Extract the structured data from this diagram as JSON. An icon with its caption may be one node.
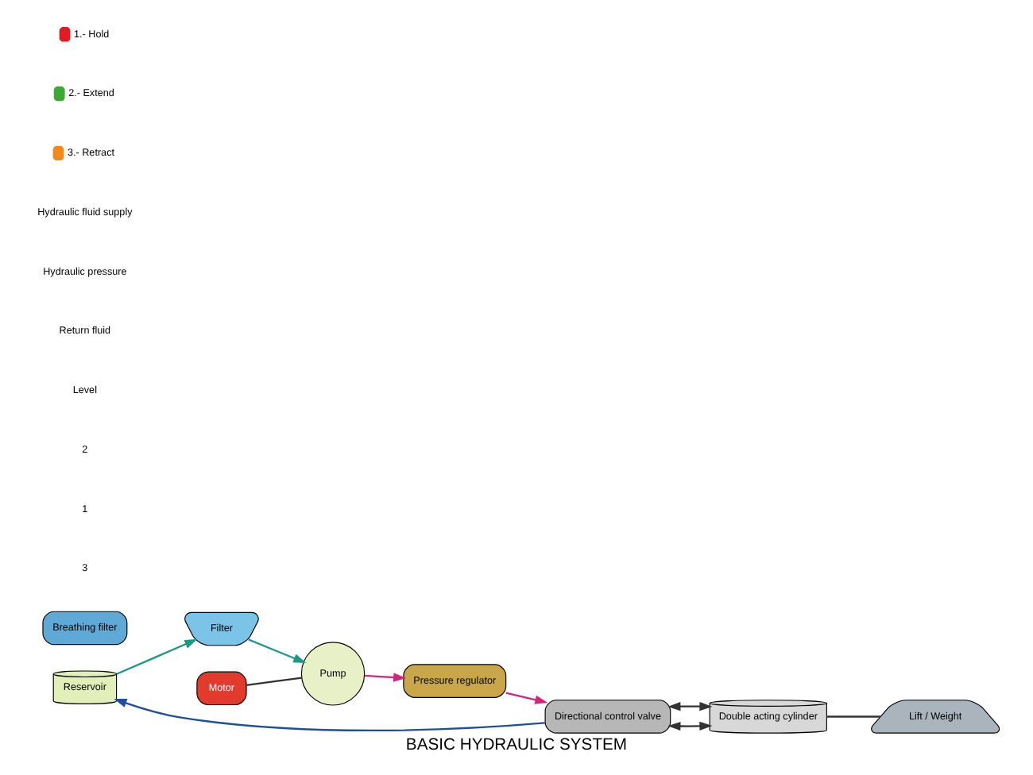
{
  "diagram": {
    "title": "BASIC HYDRAULIC SYSTEM",
    "nodes": [
      {
        "text": [
          "Reservoir"
        ]
      },
      {
        "text": [
          "Breathing filter"
        ]
      },
      {
        "text": [
          "Filter"
        ]
      },
      {
        "text": [
          "Motor"
        ]
      },
      {
        "text": [
          "Pump"
        ]
      },
      {
        "text": [
          "Pressure regulator"
        ]
      },
      {
        "text": [
          "Directional control valve"
        ]
      },
      {
        "text": [
          "Double acting cylinder"
        ]
      },
      {
        "text": [
          "Lift / Weight"
        ]
      }
    ],
    "edges": [
      {
        "from": 0,
        "to": 2,
        "arrow": "to",
        "color": "#1a9a86"
      },
      {
        "from": 2,
        "to": 4,
        "arrow": "to",
        "color": "#1a9a86"
      },
      {
        "from": 3,
        "to": 4,
        "arrow": "none"
      },
      {
        "from": 4,
        "to": 5,
        "arrow": "to",
        "color": "#d1267e"
      },
      {
        "from": 5,
        "to": 6,
        "arrow": "to",
        "color": "#d1267e"
      },
      {
        "from": 6,
        "to": 7,
        "arrow": "both"
      },
      {
        "from": 6,
        "to": 7,
        "arrow": "both"
      },
      {
        "from": 6,
        "to": 0,
        "arrow": "to",
        "color": "#1f4e9c"
      },
      {
        "from": 7,
        "to": 8,
        "arrow": "none"
      }
    ],
    "labels": [
      "3",
      "1",
      "2",
      "Level"
    ],
    "legend": [
      {
        "text": "1.- Hold",
        "color": "#e31b23"
      },
      {
        "text": "2.- Extend",
        "color": "#3aa935"
      },
      {
        "text": "3.- Retract",
        "color": "#f08a1c"
      },
      {
        "text": "Hydraulic fluid supply"
      },
      {
        "text": "Hydraulic pressure"
      },
      {
        "text": "Return fluid"
      }
    ]
  }
}
